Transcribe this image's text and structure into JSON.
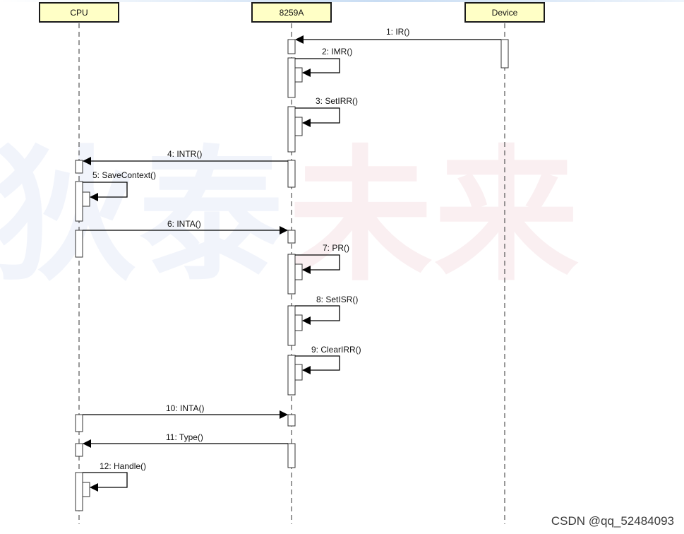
{
  "lifelines": [
    {
      "id": "cpu",
      "label": "CPU"
    },
    {
      "id": "pic",
      "label": "8259A"
    },
    {
      "id": "device",
      "label": "Device"
    }
  ],
  "messages": [
    {
      "label": "1: IR()"
    },
    {
      "label": "2: IMR()"
    },
    {
      "label": "3: SetIRR()"
    },
    {
      "label": "4: INTR()"
    },
    {
      "label": "5: SaveContext()"
    },
    {
      "label": "6: INTA()"
    },
    {
      "label": "7: PR()"
    },
    {
      "label": "8: SetISR()"
    },
    {
      "label": "9: ClearIRR()"
    },
    {
      "label": "10: INTA()"
    },
    {
      "label": "11: Type()"
    },
    {
      "label": "12: Handle()"
    }
  ],
  "watermark": {
    "left": "狄泰",
    "right": "未来"
  },
  "footer": {
    "credit": "CSDN @qq_52484093"
  }
}
